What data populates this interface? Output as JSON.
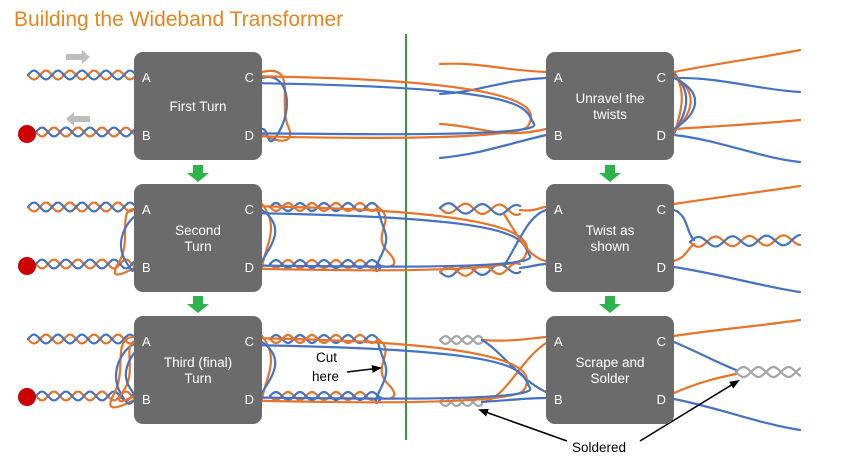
{
  "title": "Building the Wideband Transformer",
  "colors": {
    "title": "#E8841E",
    "box": "#6B6B6B",
    "wire_orange": "#E8742A",
    "wire_blue": "#4472C4",
    "wire_grey": "#A5A5A5",
    "divider": "#2E9E3E",
    "step_arrow": "#2DB34A",
    "dot": "#CC0000",
    "direction_arrow": "#BDBDBD"
  },
  "left_steps": [
    {
      "lines": [
        "First Turn"
      ]
    },
    {
      "lines": [
        "Second",
        "Turn"
      ]
    },
    {
      "lines": [
        "Third (final)",
        "Turn"
      ]
    }
  ],
  "right_steps": [
    {
      "lines": [
        "Unravel the",
        "twists"
      ]
    },
    {
      "lines": [
        "Twist as",
        "shown"
      ]
    },
    {
      "lines": [
        "Scrape and",
        "Solder"
      ]
    }
  ],
  "corner_labels": {
    "a": "A",
    "b": "B",
    "c": "C",
    "d": "D"
  },
  "cut_note": {
    "line1": "Cut",
    "line2": "here"
  },
  "soldered_label": "Soldered"
}
